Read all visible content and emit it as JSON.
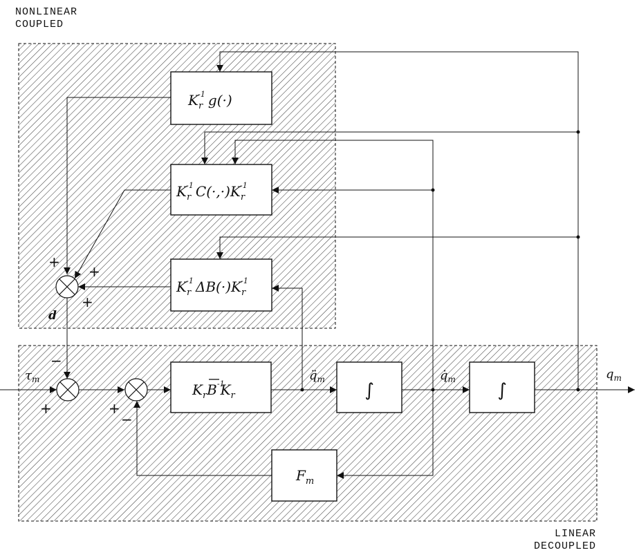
{
  "regions": {
    "nonlinear": {
      "line1": "NONLINEAR",
      "line2": "COUPLED"
    },
    "linear": {
      "line1": "LINEAR",
      "line2": "DECOUPLED"
    }
  },
  "blocks": {
    "gravity": {
      "main": "K",
      "sub": "r",
      "sup": "-1",
      "rest": "g(·)"
    },
    "coriolis": {
      "main": "K",
      "sub": "r",
      "sup": "-1",
      "mid": "C(·,·)K",
      "sub2": "r",
      "sup2": "-1"
    },
    "inertia_delta": {
      "main": "K",
      "sub": "r",
      "sup": "-1",
      "mid": "ΔB(·)K",
      "sub2": "r",
      "sup2": "-1"
    },
    "forward_gain": {
      "main": "K",
      "sub": "r",
      "mid": "B",
      "sup": "-1",
      "end": "K",
      "sub2": "r"
    },
    "integrator1": {
      "symbol": "∫"
    },
    "integrator2": {
      "symbol": "∫"
    },
    "friction": {
      "main": "F",
      "sub": "m"
    }
  },
  "signals": {
    "tau_m": {
      "main": "τ",
      "sub": "m"
    },
    "qdd_m": {
      "main": "q̈",
      "sub": "m"
    },
    "qd_m": {
      "main": "q̇",
      "sub": "m"
    },
    "q_m": {
      "main": "q",
      "sub": "m"
    },
    "d": "d"
  },
  "signs": {
    "s1_top_left": "+",
    "s1_upper_right": "+",
    "s1_lower_right": "+",
    "s2_top": "−",
    "s2_bottom": "+",
    "s3_left": "+",
    "s3_bottom": "−"
  }
}
